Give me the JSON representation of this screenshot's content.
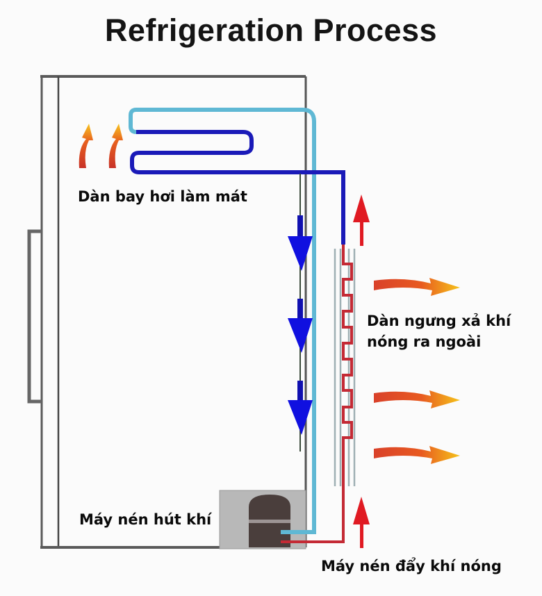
{
  "title": "Refrigeration Process",
  "labels": {
    "evaporator": "Dàn bay hơi làm mát",
    "condenser_line1": "Dàn ngưng xả khí",
    "condenser_line2": "nóng ra ngoài",
    "compressor_suction": "Máy nén hút khí",
    "compressor_discharge": "Máy nén đẩy khí nóng"
  },
  "colors": {
    "fridge_outline": "#5a5a5a",
    "cold_pipe_light": "#5fb8d4",
    "cold_pipe_dark": "#1a1ab8",
    "flow_arrow_blue": "#1010e0",
    "hot_pipe": "#c42a35",
    "hot_arrow": "#e01a22",
    "heat_wave_start": "#d9412a",
    "heat_wave_end": "#f5c21a",
    "compressor_box": "#b8b8b8",
    "compressor_body": "#4a3e3c"
  }
}
